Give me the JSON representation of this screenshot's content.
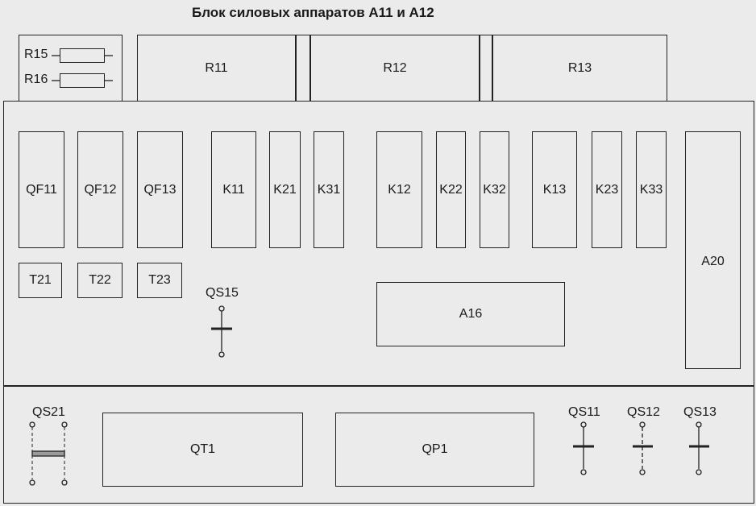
{
  "title": "Блок силовых аппаратов А11 и А12",
  "top_panel": {
    "r15": "R15",
    "r16": "R16",
    "r11": "R11",
    "r12": "R12",
    "r13": "R13"
  },
  "middle_panel": {
    "qf11": "QF11",
    "qf12": "QF12",
    "qf13": "QF13",
    "t21": "T21",
    "t22": "T22",
    "t23": "T23",
    "k11": "K11",
    "k21": "K21",
    "k31": "K31",
    "k12": "K12",
    "k22": "K22",
    "k32": "K32",
    "k13": "K13",
    "k23": "K23",
    "k33": "K33",
    "a16": "A16",
    "a20": "A20",
    "qs15": "QS15"
  },
  "bottom_panel": {
    "qs21": "QS21",
    "qt1": "QT1",
    "qp1": "QP1",
    "qs11": "QS11",
    "qs12": "QS12",
    "qs13": "QS13"
  }
}
